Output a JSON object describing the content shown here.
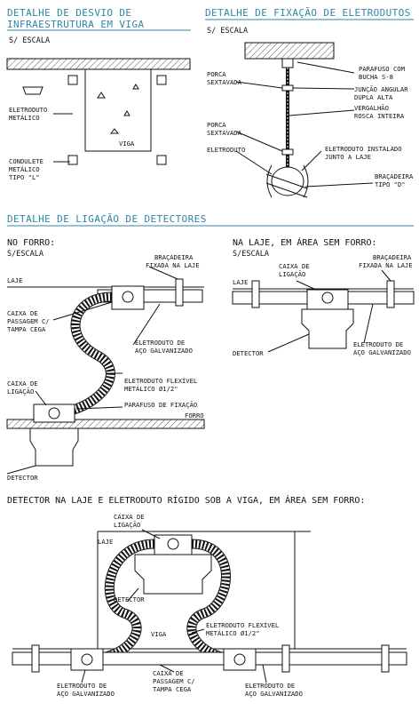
{
  "sections": {
    "desvio": {
      "title_1": "DETALHE DE DESVIO DE",
      "title_2": "INFRAESTRUTURA EM VIGA",
      "scale": "S/ ESCALA",
      "labels": {
        "eletroduto_1": "ELETRODUTO",
        "eletroduto_2": "METÁLICO",
        "viga": "VIGA",
        "condulete_1": "CONDULETE",
        "condulete_2": "METÁLICO",
        "condulete_3": "TIPO \"L\""
      }
    },
    "fixacao": {
      "title": "DETALHE DE FIXAÇÃO DE ELETRODUTOS",
      "scale": "S/ ESCALA",
      "labels": {
        "parafuso_1": "PARAFUSO COM",
        "parafuso_2": "BUCHA S-8",
        "porca1_1": "PORCA",
        "porca1_2": "SEXTAVADA",
        "juncao_1": "JUNÇÃO ANGULAR",
        "juncao_2": "DUPLA ALTA",
        "vergalhao_1": "VERGALHÃO",
        "vergalhao_2": "ROSCA INTEIRA",
        "porca2_1": "PORCA",
        "porca2_2": "SEXTAVADA",
        "eletroduto": "ELETRODUTO",
        "instalado_1": "ELETRODUTO INSTALADO",
        "instalado_2": "JUNTO A LAJE",
        "bracadeira_1": "BRAÇADEIRA",
        "bracadeira_2": "TIPO \"D\""
      }
    },
    "ligacao": {
      "title": "DETALHE DE LIGAÇÃO DE DETECTORES",
      "forro": {
        "heading": "NO FORRO:",
        "scale": "S/ESCALA",
        "labels": {
          "bracadeira_1": "BRAÇADEIRA",
          "bracadeira_2": "FIXADA NA LAJE",
          "laje": "LAJE",
          "caixa_passagem_1": "CAIXA DE",
          "caixa_passagem_2": "PASSAGEM C/",
          "caixa_passagem_3": "TAMPA CEGA",
          "eletroduto_aco_1": "ELETRODUTO DE",
          "eletroduto_aco_2": "AÇO GALVANIZADO",
          "caixa_ligacao_1": "CAIXA DE",
          "caixa_ligacao_2": "LIGAÇÃO",
          "flexivel_1": "ELETRODUTO FLEXÍVEL",
          "flexivel_2": "METÁLICO Ø1/2\"",
          "parafuso": "PARAFUSO DE FIXAÇÃO",
          "forro": "FORRO",
          "detector": "DETECTOR"
        }
      },
      "laje": {
        "heading": "NA LAJE, EM ÁREA SEM FORRO:",
        "scale": "S/ESCALA",
        "labels": {
          "caixa_1": "CAIXA DE",
          "caixa_2": "LIGAÇÃO",
          "bracadeira_1": "BRAÇADEIRA",
          "bracadeira_2": "FIXADA NA LAJE",
          "laje": "LAJE",
          "detector": "DETECTOR",
          "eletroduto_1": "ELETRODUTO DE",
          "eletroduto_2": "AÇO GALVANIZADO"
        }
      }
    },
    "viga": {
      "heading": "DETECTOR NA LAJE E ELETRODUTO RÍGIDO SOB A VIGA, EM ÁREA SEM FORRO:",
      "labels": {
        "caixa_1": "CAIXA DE",
        "caixa_2": "LIGAÇÃO",
        "laje": "LAJE",
        "detector": "DETECTOR",
        "viga": "VIGA",
        "flexivel_1": "ELETRODUTO FLEXÍVEL",
        "flexivel_2": "METÁLICO Ø1/2\"",
        "caixa_passagem_1": "CAIXA DE",
        "caixa_passagem_2": "PASSAGEM C/",
        "caixa_passagem_3": "TAMPA CEGA",
        "eletroduto_esq_1": "ELETRODUTO DE",
        "eletroduto_esq_2": "AÇO GALVANIZADO",
        "eletroduto_dir_1": "ELETRODUTO DE",
        "eletroduto_dir_2": "AÇO GALVANIZADO"
      }
    }
  },
  "colors": {
    "heading": "#2e86a8",
    "ink": "#111111"
  }
}
